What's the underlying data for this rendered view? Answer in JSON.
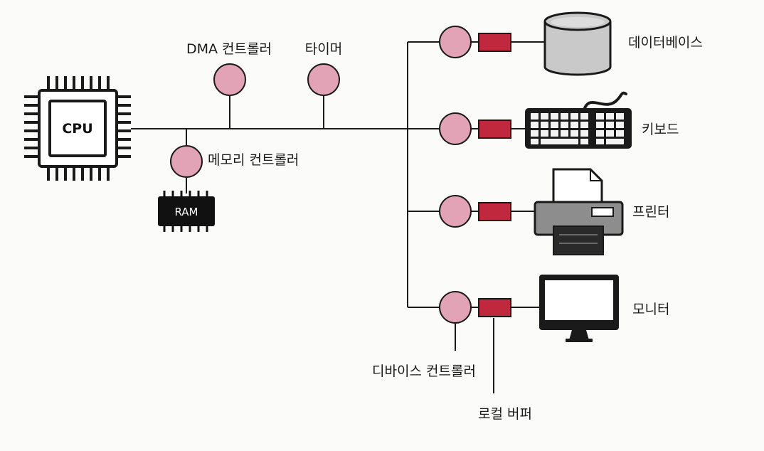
{
  "cpu": {
    "label": "CPU"
  },
  "ram": {
    "label": "RAM"
  },
  "controllers": {
    "dma": "DMA 컨트롤러",
    "timer": "타이머",
    "memory": "메모리 컨트롤러",
    "device": "디바이스 컨트롤러"
  },
  "local_buffer": "로컬 버퍼",
  "devices": {
    "database": "데이터베이스",
    "keyboard": "키보드",
    "printer": "프린터",
    "monitor": "모니터"
  },
  "colors": {
    "controller_fill": "#e3a3b7",
    "buffer_fill": "#c0283e",
    "line": "#1a1a1a",
    "chip_body": "#ffffff",
    "ram_body": "#111111",
    "database_fill": "#c9c9c9",
    "printer_fill": "#8d8d8d"
  },
  "icons": {
    "cpu": "cpu-chip-icon",
    "ram": "ram-chip-icon",
    "database": "database-cylinder-icon",
    "keyboard": "keyboard-icon",
    "printer": "printer-icon",
    "monitor": "monitor-icon"
  }
}
